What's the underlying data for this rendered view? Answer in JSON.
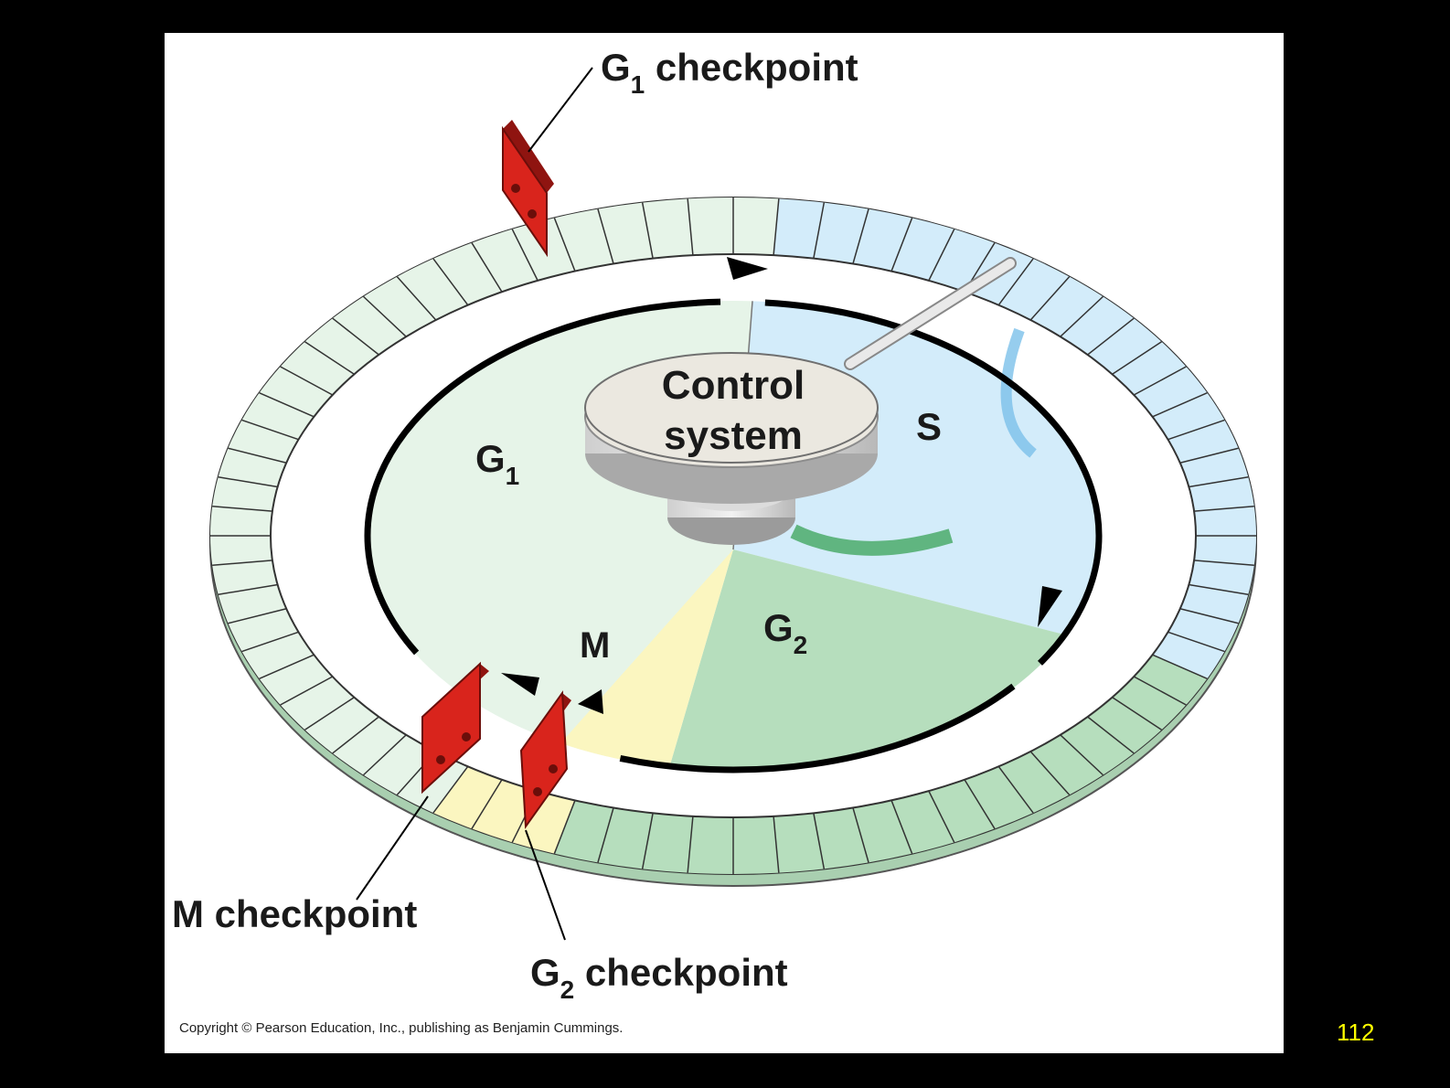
{
  "diagram": {
    "control_system": {
      "line1": "Control",
      "line2": "system"
    },
    "phases": {
      "g1": {
        "letter": "G",
        "sub": "1"
      },
      "s": {
        "letter": "S"
      },
      "g2": {
        "letter": "G",
        "sub": "2"
      },
      "m": {
        "letter": "M"
      }
    },
    "checkpoints": {
      "g1": {
        "letter": "G",
        "sub": "1",
        "rest": " checkpoint"
      },
      "m": {
        "text": "M checkpoint"
      },
      "g2": {
        "letter": "G",
        "sub": "2",
        "rest": " checkpoint"
      }
    },
    "colors": {
      "g1": "#e6f4e8",
      "s": "#d3ecfa",
      "g2": "#b6debd",
      "m": "#fbf6c0",
      "checkpoint": "#d9241c",
      "arrow": "#000000"
    }
  },
  "copyright": "Copyright © Pearson Education, Inc., publishing as Benjamin Cummings.",
  "slide_number": "112"
}
